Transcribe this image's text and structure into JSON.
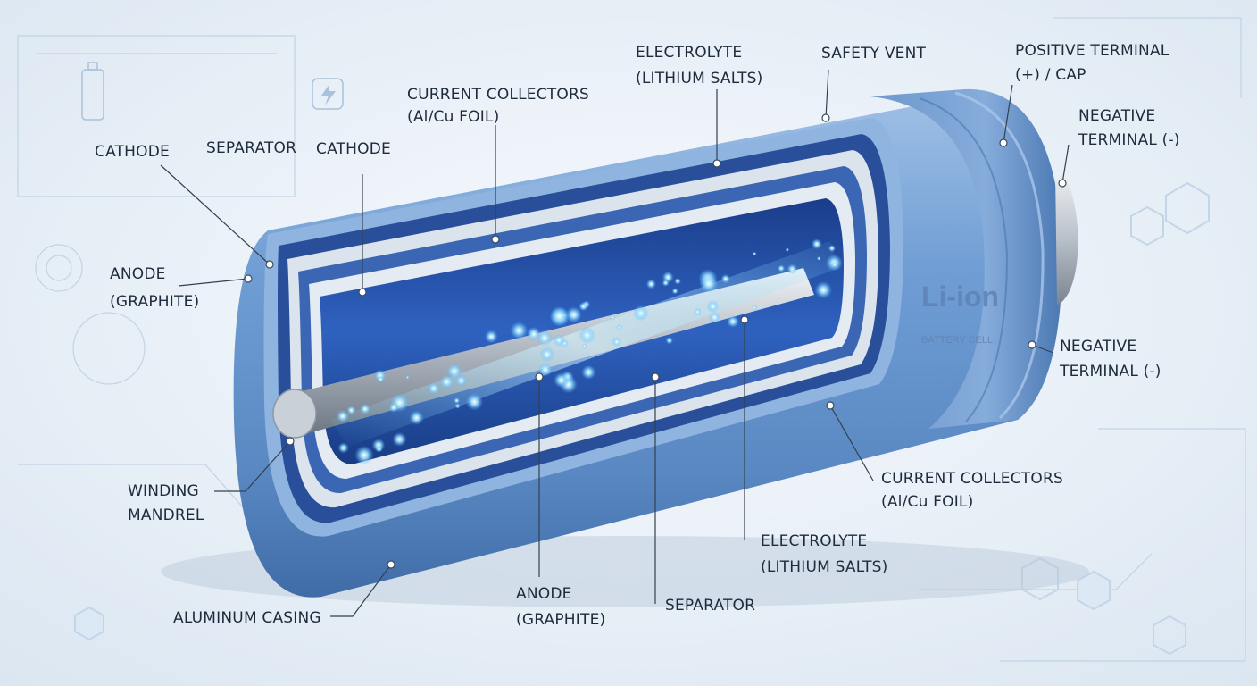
{
  "colors": {
    "background": "#e9f0f7",
    "casing": "#6c9ad0",
    "casing_dark": "#3e6aa3",
    "cutaway_inner": "#1d3f8a",
    "glow": "#7fd6ff",
    "label_text": "#1d2b3c",
    "leader_line": "#33414f"
  },
  "icons": [
    "battery-outline-icon",
    "lightning-icon",
    "hexagon-icon",
    "circuit-line-decoration"
  ],
  "brand": {
    "main": "Li-ion",
    "sub": "BATTERY CELL"
  },
  "labels": {
    "cathode_left": "CATHODE",
    "separator_top": "SEPARATOR",
    "cathode_top": "CATHODE",
    "current_collectors_top": [
      "CURRENT COLLECTORS",
      "(Al/Cu FOIL)"
    ],
    "electrolyte_top": [
      "ELECTROLYTE",
      "(LITHIUM SALTS)"
    ],
    "safety_vent": "SAFETY VENT",
    "positive_terminal": [
      "POSITIVE TERMINAL",
      "(+) / CAP"
    ],
    "negative_terminal_top": [
      "NEGATIVE",
      "TERMINAL (-)"
    ],
    "anode_left": [
      "ANODE",
      "(GRAPHITE)"
    ],
    "negative_terminal_mid": [
      "NEGATIVE",
      "TERMINAL (-)"
    ],
    "winding_mandrel": [
      "WINDING",
      "MANDREL"
    ],
    "current_collectors_bottom": [
      "CURRENT COLLECTORS",
      "(Al/Cu FOIL)"
    ],
    "electrolyte_bottom": [
      "ELECTROLYTE",
      "(LITHIUM SALTS)"
    ],
    "aluminum_casing": "ALUMINUM CASING",
    "anode_bottom": [
      "ANODE",
      "(GRAPHITE)"
    ],
    "separator_bottom": "SEPARATOR"
  }
}
